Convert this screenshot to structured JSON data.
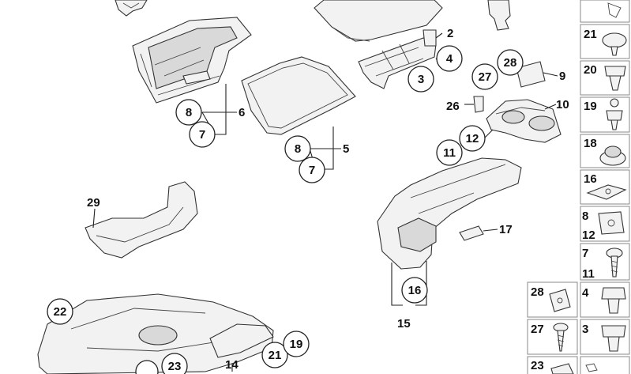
{
  "callouts": {
    "c8a": "8",
    "c7a": "7",
    "c8b": "8",
    "c7b": "7",
    "c3": "3",
    "c4": "4",
    "c27": "27",
    "c28": "28",
    "c12": "12",
    "c11": "11",
    "c16": "16",
    "c22": "22",
    "c23": "23",
    "c21": "21",
    "c19": "19"
  },
  "labels": {
    "l2": "2",
    "l6": "6",
    "l5": "5",
    "l9": "9",
    "l10": "10",
    "l26": "26",
    "l29": "29",
    "l17": "17",
    "l15": "15",
    "l14": "14"
  },
  "side_panel": {
    "cells": [
      {
        "a": "21"
      },
      {
        "a": "20"
      },
      {
        "a": "19"
      },
      {
        "a": "18"
      },
      {
        "a": "16"
      },
      {
        "a": "8",
        "b": "12"
      },
      {
        "a": "7",
        "b": "11"
      },
      {
        "a": "4"
      },
      {
        "a": "3"
      }
    ],
    "left_cells": [
      {
        "a": "28"
      },
      {
        "a": "27"
      },
      {
        "a": "23"
      }
    ]
  }
}
